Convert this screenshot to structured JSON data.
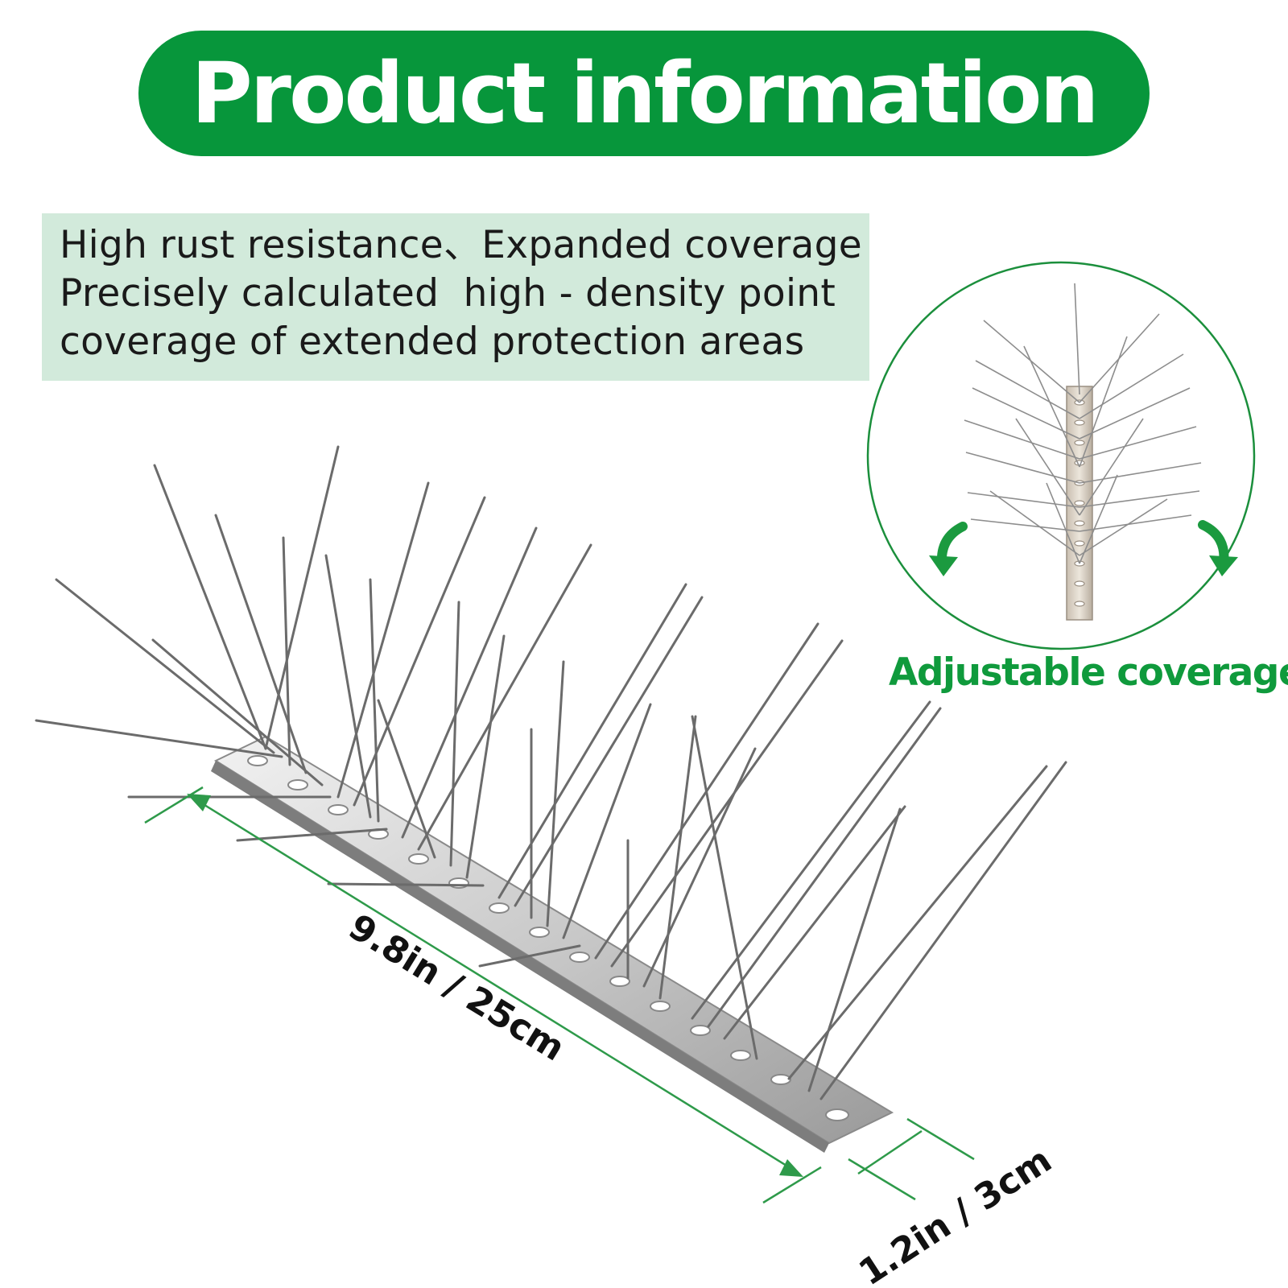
{
  "header": {
    "title": "Product information"
  },
  "features": {
    "lines": [
      "High rust resistance、Expanded coverage",
      "Precisely calculated  high - density point",
      "coverage of extended protection areas"
    ]
  },
  "inset": {
    "caption": "Adjustable coverage"
  },
  "dimensions": {
    "length_label": "9.8in / 25cm",
    "width_label": "1.2in / 3cm"
  },
  "colors": {
    "brand_green": "#07963b",
    "feature_box_bg": "#d2eadb",
    "caption_green": "#0f9a3c",
    "dimension_line": "#2e9a4a"
  },
  "icons": [
    "bird-spike-strip-illustration",
    "rotate-left-arrow-icon",
    "rotate-right-arrow-icon"
  ]
}
